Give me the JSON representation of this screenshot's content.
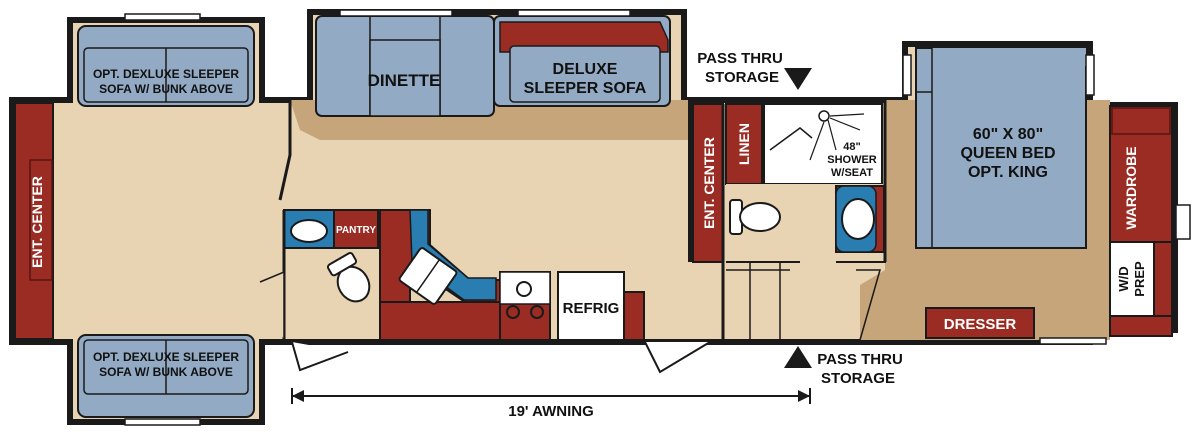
{
  "labels": {
    "sleeper_top_1": "OPT. DEXLUXE SLEEPER",
    "sleeper_top_2": "SOFA W/ BUNK ABOVE",
    "sleeper_bottom_1": "OPT. DEXLUXE SLEEPER",
    "sleeper_bottom_2": "SOFA W/ BUNK ABOVE",
    "ent_center_left": "ENT. CENTER",
    "dinette": "DINETTE",
    "deluxe_sofa_1": "DELUXE",
    "deluxe_sofa_2": "SLEEPER SOFA",
    "pass_thru_top_1": "PASS THRU",
    "pass_thru_top_2": "STORAGE",
    "pass_thru_bottom_1": "PASS THRU",
    "pass_thru_bottom_2": "STORAGE",
    "ent_center_mid": "ENT. CENTER",
    "linen": "LINEN",
    "shower_1": "48\"",
    "shower_2": "SHOWER",
    "shower_3": "W/SEAT",
    "bed_1": "60\" X 80\"",
    "bed_2": "QUEEN BED",
    "bed_3": "OPT. KING",
    "wardrobe": "WARDROBE",
    "wd_prep_1": "W/D",
    "wd_prep_2": "PREP",
    "dresser": "DRESSER",
    "pantry": "PANTRY",
    "refrig": "REFRIG",
    "awning": "19' AWNING"
  },
  "colors": {
    "wall": "#1a1a1a",
    "floor_light": "#e8d3b3",
    "floor_dark": "#c6a57a",
    "furniture_blue": "#92aac4",
    "cabinet_red": "#9b2c24",
    "counter_blue": "#2a7db0",
    "white": "#ffffff"
  }
}
